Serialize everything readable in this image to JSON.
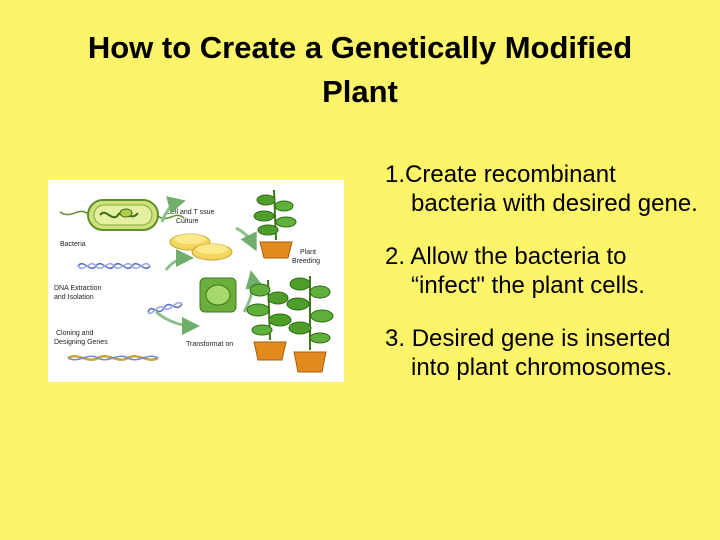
{
  "slide": {
    "title": "How to Create a Genetically Modified Plant",
    "steps": [
      {
        "number": "1.",
        "text": "Create recombinant bacteria with desired gene."
      },
      {
        "number": "2.",
        "text": "Allow the bacteria to “infect\" the plant cells."
      },
      {
        "number": "3.",
        "text": "Desired gene is inserted into plant chromosomes."
      }
    ]
  },
  "diagram": {
    "labels": {
      "bacteria": "Bacteria",
      "culture_1": "Cell and T ssue",
      "culture_2": "Culture",
      "extraction_1": "DNA Extraction",
      "extraction_2": "and Isolation",
      "cloning_1": "Cloning and",
      "cloning_2": "Designing Genes",
      "transformation": "Transformat on",
      "breeding_1": "Plant",
      "breeding_2": "Breeding"
    }
  },
  "colors": {
    "background": "#FEF46A",
    "leaf_green": "#4F9E2A",
    "pot_orange": "#E38A1E",
    "dna_blue": "#5A73C8",
    "arrow_green": "#8CC08A"
  }
}
